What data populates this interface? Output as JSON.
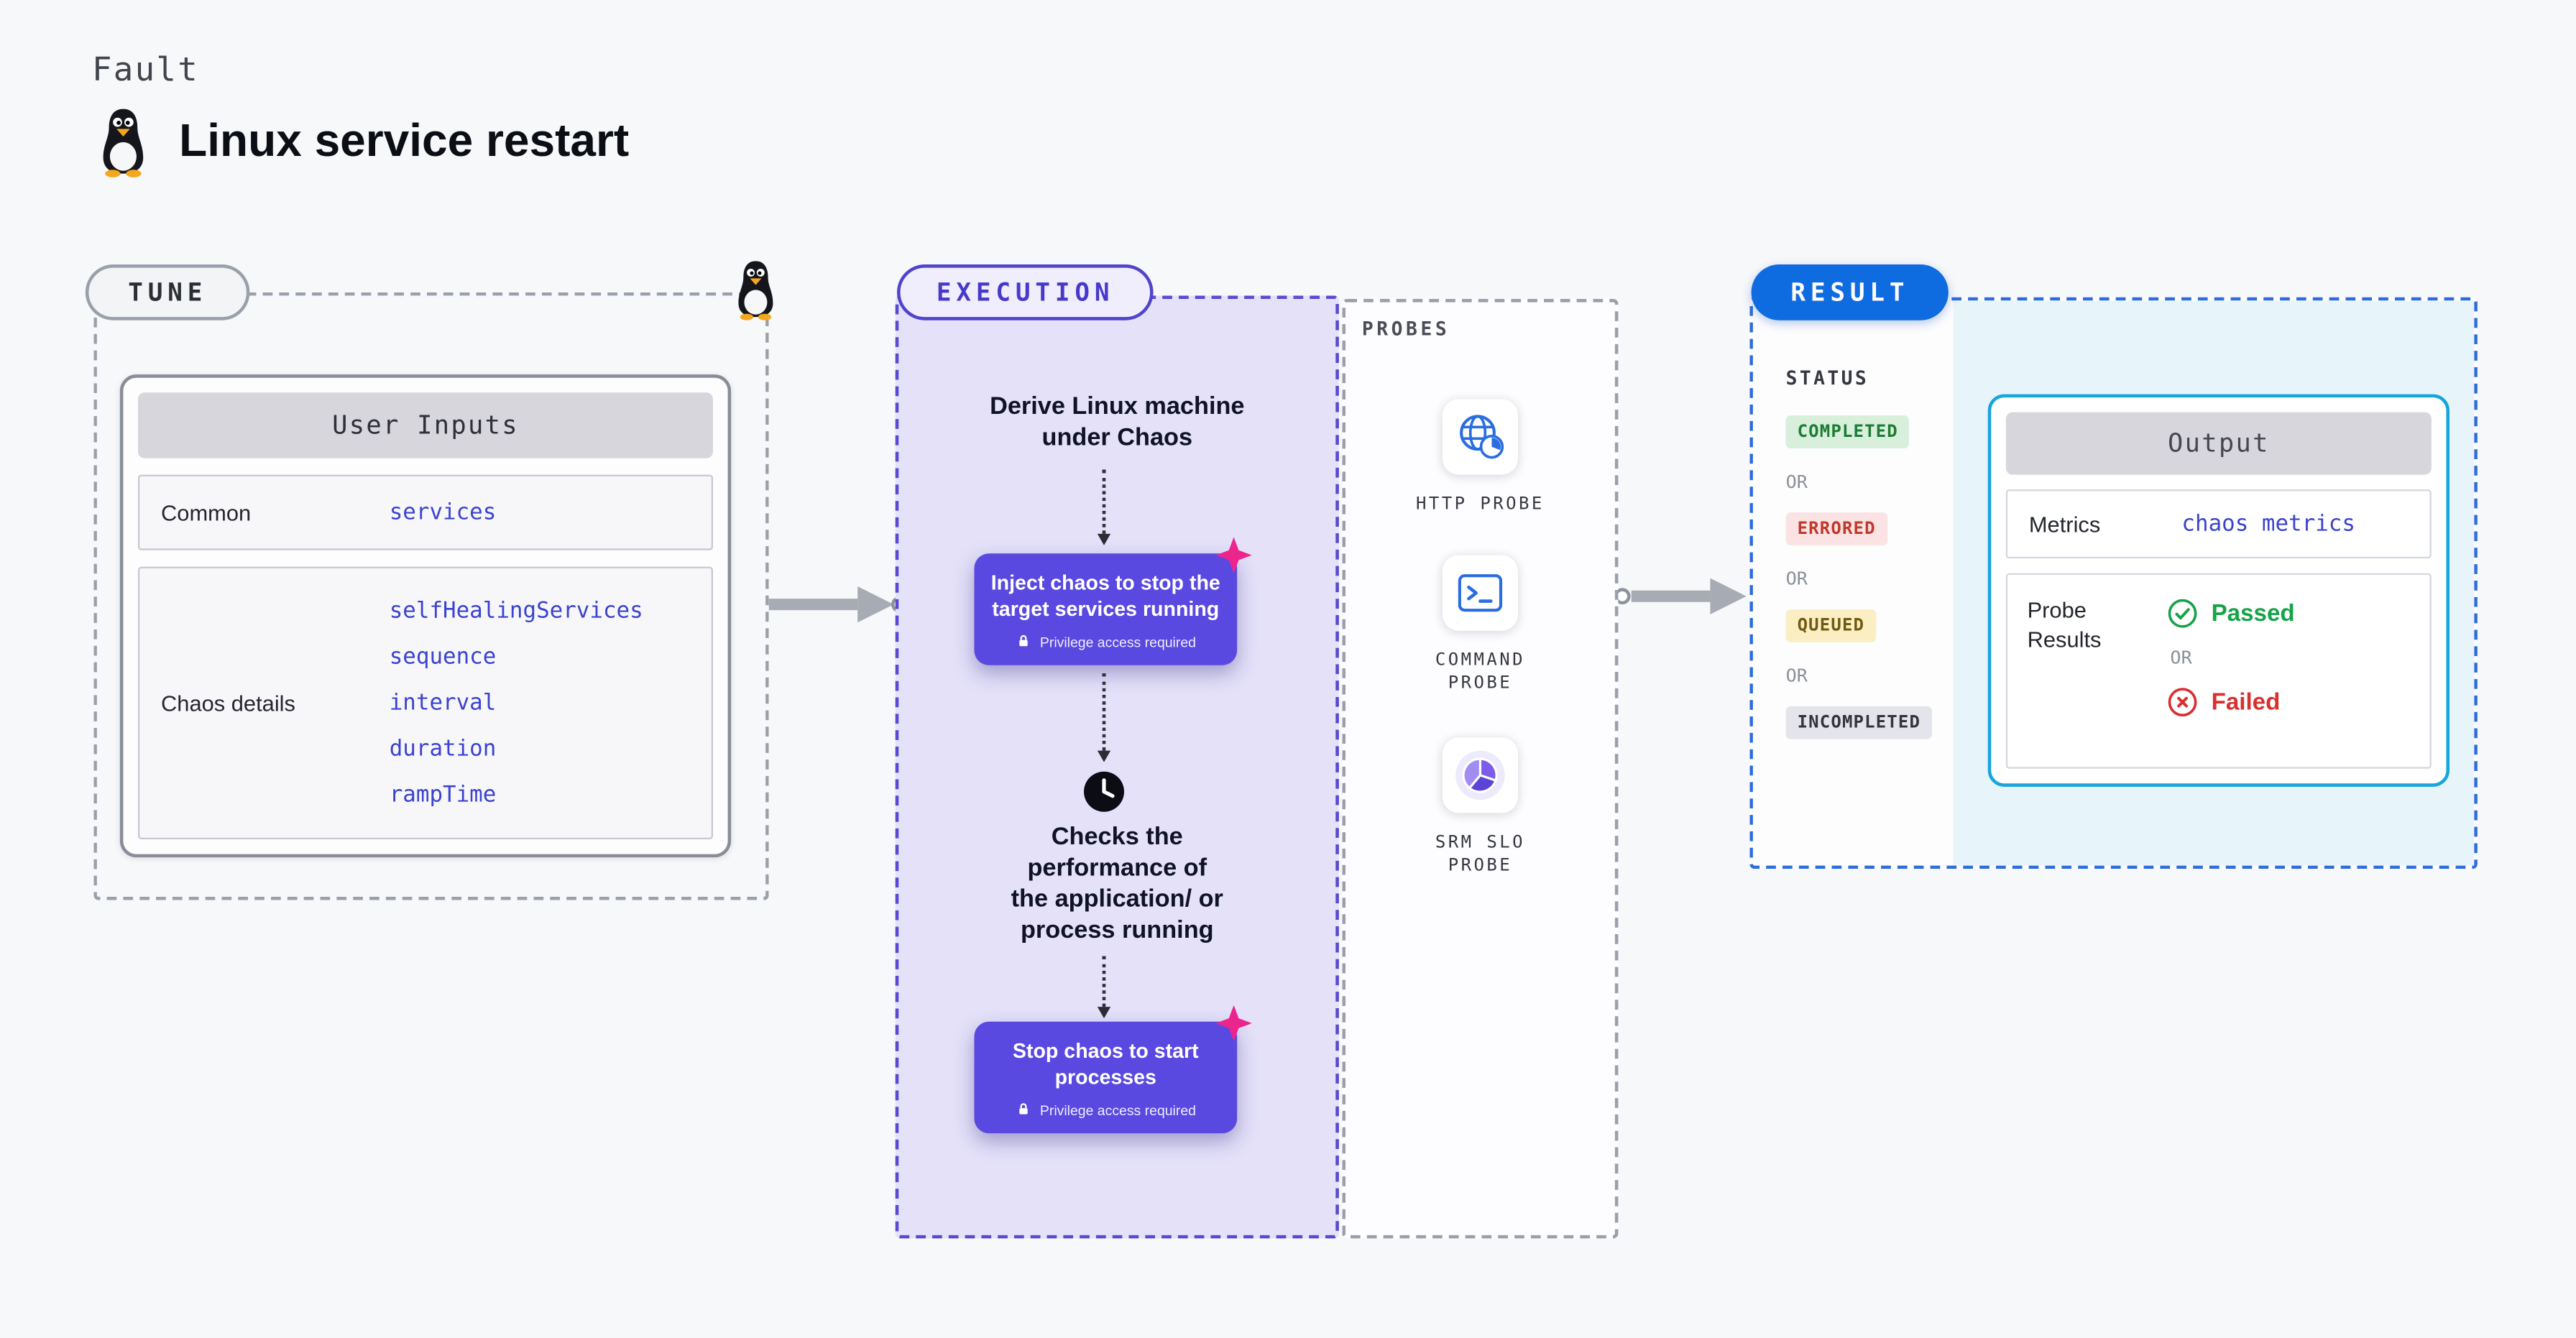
{
  "header": {
    "kicker": "Fault",
    "title": "Linux service restart"
  },
  "tune": {
    "label": "TUNE",
    "card": {
      "title": "User Inputs",
      "rows": [
        {
          "label": "Common",
          "values": [
            "services"
          ]
        },
        {
          "label": "Chaos details",
          "values": [
            "selfHealingServices",
            "sequence",
            "interval",
            "duration",
            "rampTime"
          ]
        }
      ]
    }
  },
  "execution": {
    "label": "EXECUTION",
    "step_derive": "Derive Linux machine\nunder Chaos",
    "inject_button": {
      "label": "Inject chaos to stop the\ntarget services running",
      "badge": "Privilege access required"
    },
    "step_checks": "Checks the\nperformance of\nthe application/ or\nprocess running",
    "stop_button": {
      "label": "Stop chaos to start\nprocesses",
      "badge": "Privilege access required"
    }
  },
  "probes": {
    "label": "PROBES",
    "items": [
      {
        "name": "HTTP PROBE",
        "icon": "globe-icon"
      },
      {
        "name": "COMMAND\nPROBE",
        "icon": "terminal-icon"
      },
      {
        "name": "SRM SLO\nPROBE",
        "icon": "pie-chart-icon"
      }
    ]
  },
  "result": {
    "label": "RESULT",
    "status": {
      "title": "STATUS",
      "or": "OR",
      "badges": [
        {
          "text": "COMPLETED",
          "kind": "completed"
        },
        {
          "text": "ERRORED",
          "kind": "errored"
        },
        {
          "text": "QUEUED",
          "kind": "queued"
        },
        {
          "text": "INCOMPLETED",
          "kind": "incompleted"
        }
      ]
    },
    "output": {
      "title": "Output",
      "rows": {
        "metrics_label": "Metrics",
        "metrics_value": "chaos metrics",
        "probe_label": "Probe Results",
        "passed": "Passed",
        "or": "OR",
        "failed": "Failed"
      }
    }
  },
  "colors": {
    "page_bg": "#f7f8fa",
    "execution_bg": "#e4e1f9",
    "execution_accent": "#5044cd",
    "button_purple": "#5a49e0",
    "result_blue": "#0f6be0",
    "output_border": "#17a5dd",
    "output_bg": "#e7f5fb",
    "link_blue": "#3b43cf",
    "completed_green": "#1e7b34",
    "errored_red": "#c0392b",
    "queued_yellow": "#6f5a10",
    "passed_green": "#17a349",
    "failed_red": "#d92f2f",
    "chaos_pink": "#ec258d"
  }
}
